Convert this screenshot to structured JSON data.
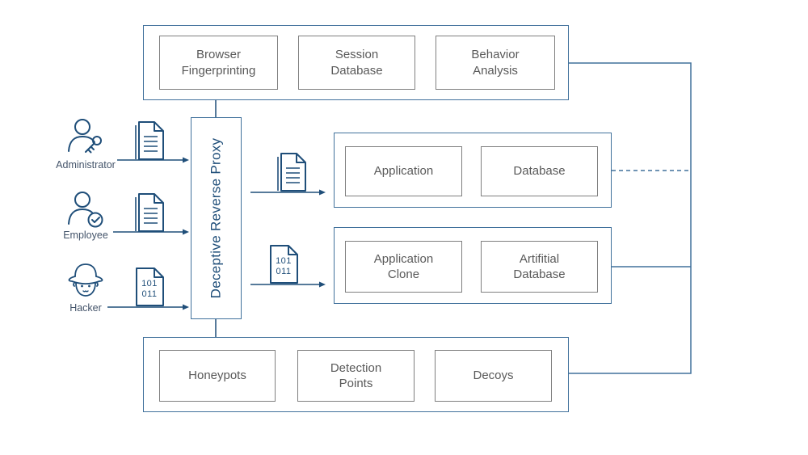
{
  "diagram": {
    "proxy_label": "Deceptive Reverse Proxy",
    "binary_doc_text": "101\n011",
    "colors": {
      "container_border": "#41719c",
      "inner_box_border": "#7f7f7f",
      "inner_box_text": "#595959",
      "dark_line": "#1f4e79",
      "actor_label_text": "#44546a"
    },
    "monitoring_panel": {
      "boxes": [
        {
          "label": "Browser\nFingerprinting"
        },
        {
          "label": "Session\nDatabase"
        },
        {
          "label": "Behavior\nAnalysis"
        }
      ]
    },
    "production_panel": {
      "boxes": [
        {
          "label": "Application"
        },
        {
          "label": "Database"
        }
      ]
    },
    "deception_panel": {
      "boxes": [
        {
          "label": "Application\nClone"
        },
        {
          "label": "Artifitial\nDatabase"
        }
      ]
    },
    "honeypot_panel": {
      "boxes": [
        {
          "label": "Honeypots"
        },
        {
          "label": "Detection\nPoints"
        },
        {
          "label": "Decoys"
        }
      ]
    },
    "actors": [
      {
        "label": "Administrator"
      },
      {
        "label": "Employee"
      },
      {
        "label": "Hacker"
      }
    ]
  }
}
